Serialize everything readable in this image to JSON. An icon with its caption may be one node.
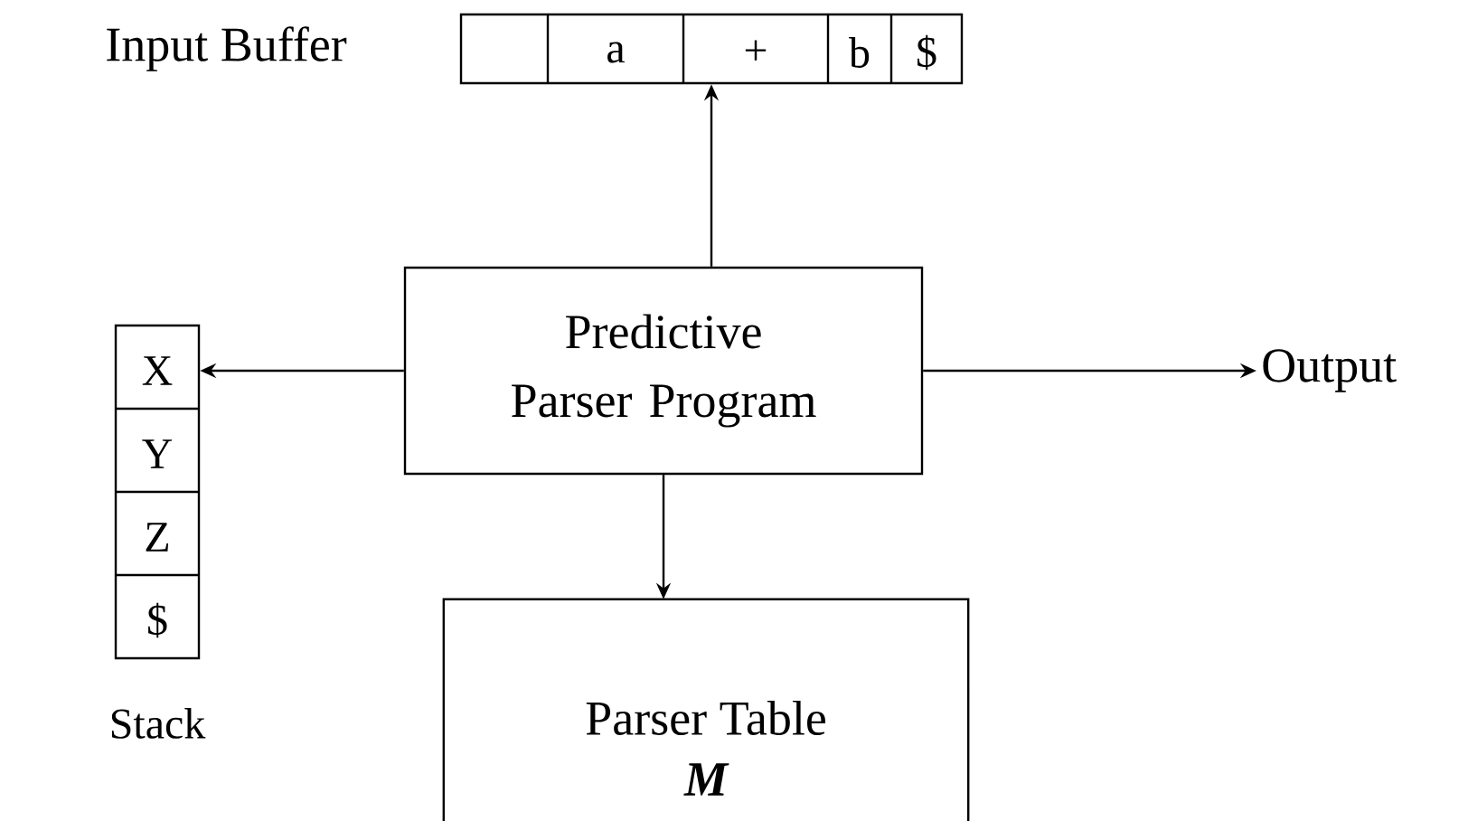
{
  "diagram": {
    "nodes": [
      {
        "text": [
          "a",
          "+",
          "b",
          "$"
        ],
        "beside": [
          "Input Buffer"
        ]
      },
      {
        "text": [
          "Predictive Parser Program"
        ]
      },
      {
        "text": [
          "X",
          "Y",
          "Z",
          "$"
        ],
        "beside": [
          "Stack"
        ]
      },
      {
        "text": [
          "Output"
        ]
      },
      {
        "text": [
          "Parser Table",
          "M"
        ]
      }
    ],
    "edges": [
      {
        "from": 1,
        "to": 0,
        "arrow": "to"
      },
      {
        "from": 1,
        "to": 2,
        "arrow": "to"
      },
      {
        "from": 1,
        "to": 3,
        "arrow": "to"
      },
      {
        "from": 1,
        "to": 4,
        "arrow": "to"
      }
    ]
  }
}
